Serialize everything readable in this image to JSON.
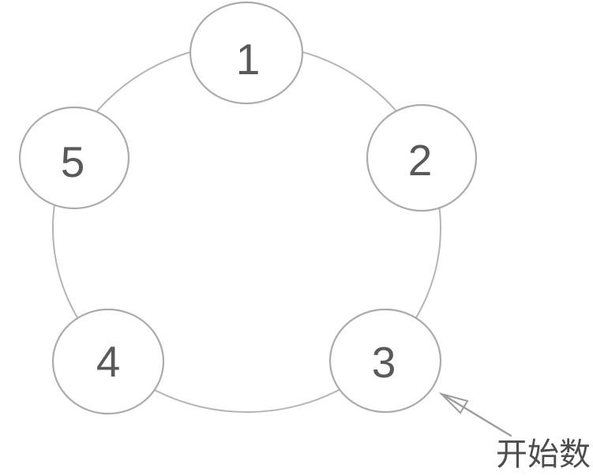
{
  "diagram": {
    "type": "circle-counting-diagram",
    "nodes": [
      {
        "label": "1"
      },
      {
        "label": "2"
      },
      {
        "label": "3"
      },
      {
        "label": "4"
      },
      {
        "label": "5"
      }
    ],
    "annotation": {
      "label": "开始数",
      "points_to_node": "3"
    },
    "colors": {
      "background": "#ffffff",
      "ring": "#b5b5b5",
      "node": "#ababab",
      "number": "#595959",
      "arrow": "#9c9c9c",
      "text": "#4d4d4d"
    }
  }
}
